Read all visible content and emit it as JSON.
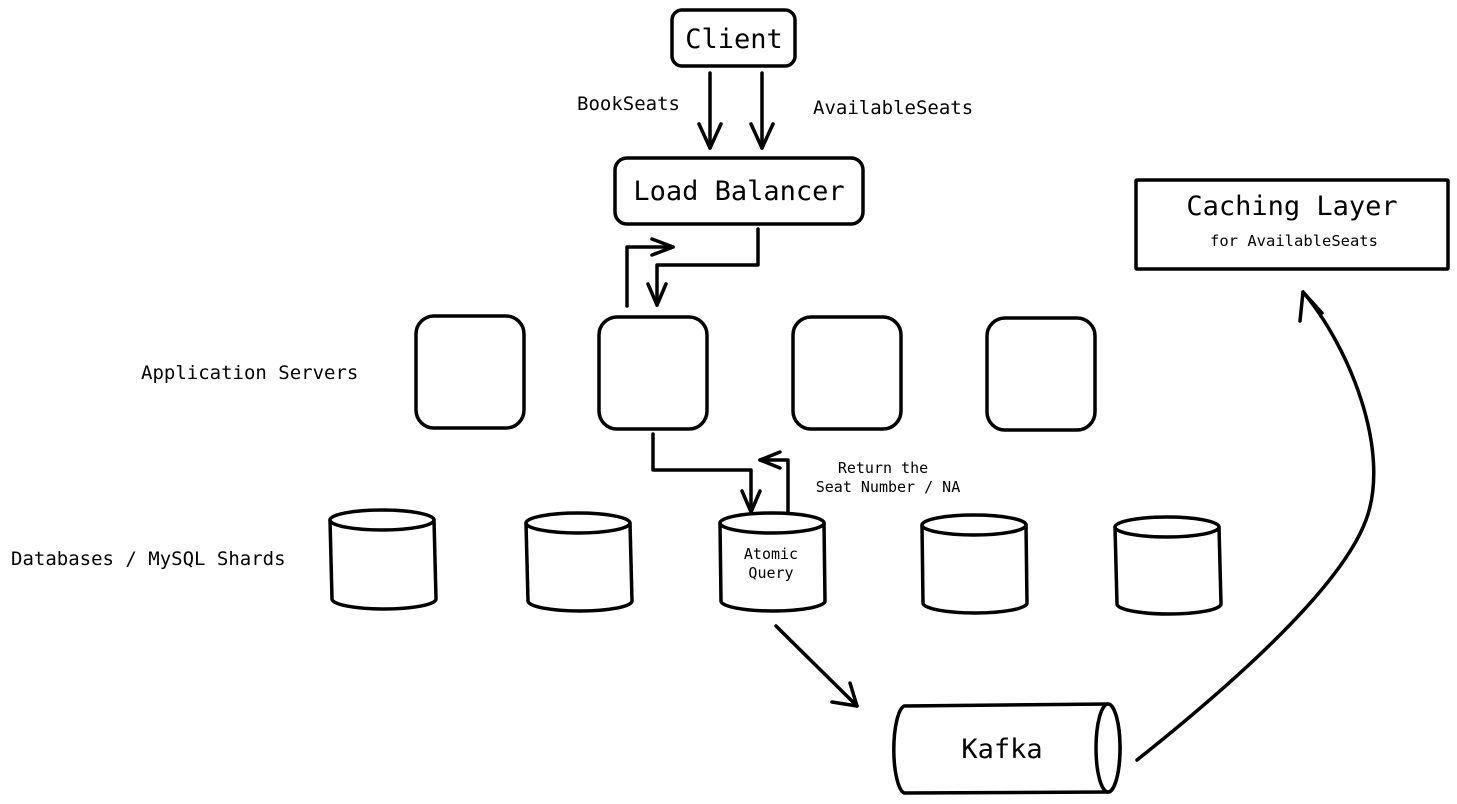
{
  "nodes": {
    "client": "Client",
    "load_balancer": "Load Balancer",
    "caching_layer": {
      "title": "Caching Layer",
      "subtitle": "for AvailableSeats"
    },
    "kafka": "Kafka",
    "atomic_query": [
      "Atomic",
      "Query"
    ]
  },
  "labels": {
    "book_seats": "BookSeats",
    "available_seats": "AvailableSeats",
    "application_servers": "Application Servers",
    "databases": "Databases / MySQL Shards",
    "return_seat": [
      "Return the",
      "Seat Number / NA"
    ]
  },
  "counts": {
    "application_servers": 4,
    "database_shards": 5
  }
}
